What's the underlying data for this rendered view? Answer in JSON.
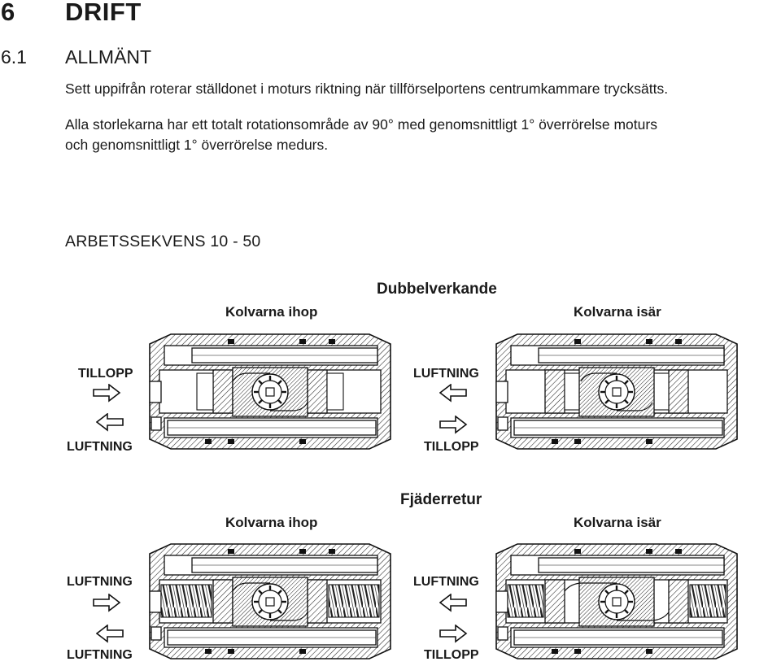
{
  "section": {
    "number": "6",
    "title": "DRIFT"
  },
  "subsection": {
    "number": "6.1",
    "title": "ALLMÄNT"
  },
  "paragraphs": [
    "Sett uppifrån roterar ställdonet i moturs riktning när tillförselportens centrumkammare trycksätts.",
    "Alla storlekarna har ett totalt rotationsområde av 90° med genomsnittligt 1° överrörelse moturs",
    "och genomsnittligt 1° överrörelse medurs."
  ],
  "sequence_title": "ARBETSSEKVENS 10 - 50",
  "double_acting": {
    "title": "Dubbelverkande",
    "left": {
      "caption": "Kolvarna ihop",
      "top_port": "TILLOPP",
      "bottom_port": "LUFTNING"
    },
    "right": {
      "caption": "Kolvarna isär",
      "top_port": "LUFTNING",
      "bottom_port": "TILLOPP"
    }
  },
  "spring_return": {
    "title": "Fjäderretur",
    "left": {
      "caption": "Kolvarna ihop",
      "top_port": "LUFTNING",
      "bottom_port": "LUFTNING"
    },
    "right": {
      "caption": "Kolvarna isär",
      "top_port": "LUFTNING",
      "bottom_port": "TILLOPP"
    }
  },
  "icons": {
    "arrow_in": "right-arrow-icon",
    "arrow_out": "left-arrow-icon"
  }
}
